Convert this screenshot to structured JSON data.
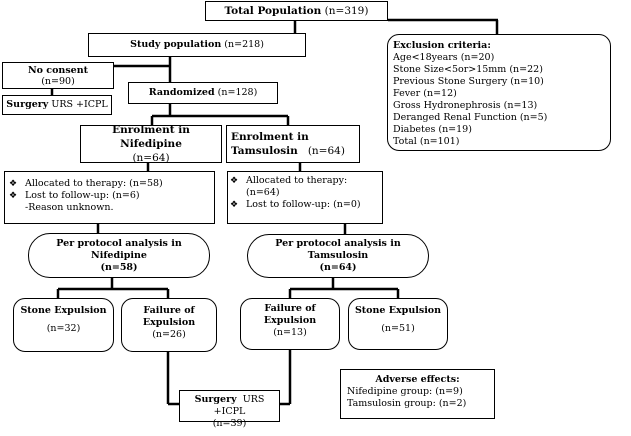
{
  "total": {
    "label": "Total Population",
    "count": "(n=319)"
  },
  "study": {
    "label": "Study population",
    "count": "(n=218)"
  },
  "no_consent": {
    "label": "No consent",
    "count": "(n=90)"
  },
  "surgery_left": {
    "label": "Surgery",
    "detail": "URS +ICPL"
  },
  "randomized": {
    "label": "Randomized",
    "count": "(n=128)"
  },
  "exclusion": {
    "title": "Exclusion criteria:",
    "items": [
      "Age<18years (n=20)",
      "Stone Size<5or>15mm (n=22)",
      "Previous Stone Surgery (n=10)",
      "Fever (n=12)",
      "Gross Hydronephrosis (n=13)",
      "Deranged Renal Function (n=5)",
      "Diabetes (n=19)",
      "Total (n=101)"
    ]
  },
  "enrol_nif": {
    "line1": "Enrolment in Nifedipine",
    "line2": "(n=64)"
  },
  "enrol_tam": {
    "line1": "Enrolment in",
    "line2": "Tamsulosin",
    "count": "(n=64)"
  },
  "alloc_nif": {
    "allocated": "Allocated to  therapy: (n=58)",
    "lost": "Lost to follow-up: (n=6)",
    "reason": "-Reason unknown."
  },
  "alloc_tam": {
    "allocated": "Allocated to  therapy: (n=64)",
    "lost": "Lost to follow-up: (n=0)"
  },
  "pp_nif": {
    "line1": "Per protocol analysis in",
    "line2": "Nifedipine",
    "count": "(n=58)"
  },
  "pp_tam": {
    "line1": "Per protocol analysis in",
    "line2": "Tamsulosin",
    "count": "(n=64)"
  },
  "stone_nif": {
    "label": "Stone Expulsion",
    "count": "(n=32)"
  },
  "fail_nif": {
    "line1": "Failure of",
    "line2": "Expulsion",
    "count": "(n=26)"
  },
  "fail_tam": {
    "line1": "Failure of",
    "line2": "Expulsion",
    "count": "(n=13)"
  },
  "stone_tam": {
    "label": "Stone Expulsion",
    "count": "(n=51)"
  },
  "surgery_bottom": {
    "label": "Surgery",
    "detail": "URS +ICPL",
    "count": "(n=39)"
  },
  "adverse": {
    "title": "Adverse effects:",
    "nif": "Nifedipine group: (n=9)",
    "tam": "Tamsulosin group: (n=2)"
  }
}
